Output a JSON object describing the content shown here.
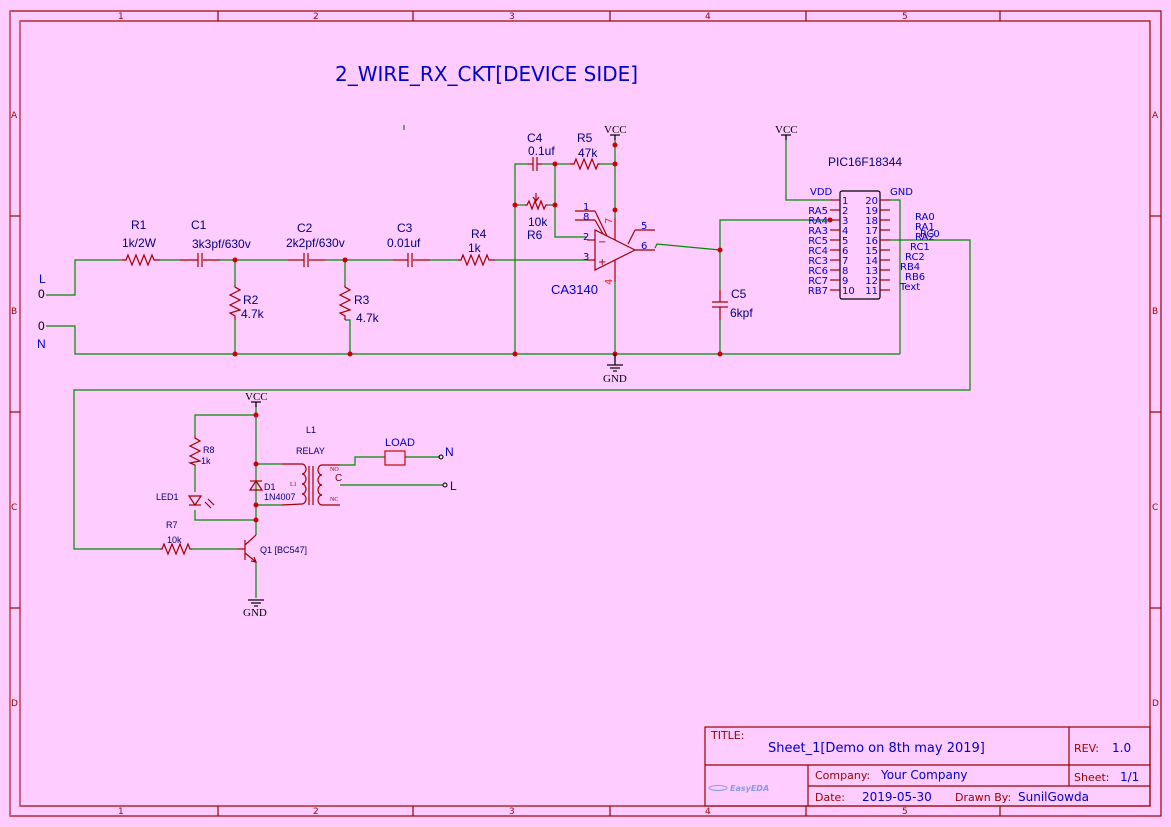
{
  "sheet": {
    "title_text": "2_WIRE_RX_CKT[DEVICE SIDE]",
    "columns": [
      "1",
      "2",
      "3",
      "4",
      "5"
    ],
    "rows": [
      "A",
      "B",
      "C",
      "D"
    ]
  },
  "colors": {
    "background": "#ffccff",
    "frame": "#990000",
    "wire": "#008800",
    "component": "#a00000",
    "label": "#0000cc",
    "junction": "#cc0000"
  },
  "terminals": {
    "L": "L",
    "N": "N",
    "pin_char": "0"
  },
  "components": {
    "R1": {
      "ref": "R1",
      "value": "1k/2W"
    },
    "C1": {
      "ref": "C1",
      "value": "3k3pf/630v"
    },
    "R2": {
      "ref": "R2",
      "value": "4.7k"
    },
    "C2": {
      "ref": "C2",
      "value": "2k2pf/630v"
    },
    "R3": {
      "ref": "R3",
      "value": "4.7k"
    },
    "C3": {
      "ref": "C3",
      "value": "0.01uf"
    },
    "R4": {
      "ref": "R4",
      "value": "1k"
    },
    "C4": {
      "ref": "C4",
      "value": "0.1uf"
    },
    "R5": {
      "ref": "R5",
      "value": "47k"
    },
    "R6": {
      "ref": "R6",
      "value": "10k"
    },
    "U1": {
      "ref": "CA3140",
      "pins": {
        "p1": "1",
        "p8": "8",
        "p2": "2",
        "p3": "3",
        "p7": "7",
        "p4": "4",
        "p5": "5",
        "p6": "6"
      },
      "minus": "−",
      "plus": "+"
    },
    "C5": {
      "ref": "C5",
      "value": "6kpf"
    },
    "U2": {
      "ref": "PIC16F18344",
      "vdd": "VDD",
      "gnd": "GND",
      "left_pins": [
        {
          "num": "1",
          "name": "VDD"
        },
        {
          "num": "2",
          "name": "RA5"
        },
        {
          "num": "3",
          "name": "RA4"
        },
        {
          "num": "4",
          "name": "RA3"
        },
        {
          "num": "5",
          "name": "RC5"
        },
        {
          "num": "6",
          "name": "RC4"
        },
        {
          "num": "7",
          "name": "RC3"
        },
        {
          "num": "8",
          "name": "RC6"
        },
        {
          "num": "9",
          "name": "RC7"
        },
        {
          "num": "10",
          "name": "RB7"
        }
      ],
      "right_pins": [
        {
          "num": "20",
          "name": "GND"
        },
        {
          "num": "19",
          "name": "RA0"
        },
        {
          "num": "18",
          "name": "RA1"
        },
        {
          "num": "17",
          "name": "RA2"
        },
        {
          "num": "16",
          "name": "RC0"
        },
        {
          "num": "15",
          "name": "RC1"
        },
        {
          "num": "14",
          "name": "RC2"
        },
        {
          "num": "13",
          "name": "RB4"
        },
        {
          "num": "12",
          "name": "RB6"
        },
        {
          "num": "11",
          "name": "Text"
        }
      ]
    },
    "R8": {
      "ref": "R8",
      "value": "1k"
    },
    "LED1": {
      "ref": "LED1"
    },
    "D1": {
      "ref": "D1",
      "value": "1N4007"
    },
    "L1": {
      "ref": "L1",
      "value": "RELAY",
      "coil": "L1",
      "no": "NO",
      "nc": "NC",
      "c": "C"
    },
    "LOAD": {
      "ref": "LOAD"
    },
    "R7": {
      "ref": "R7",
      "value": "10k"
    },
    "Q1": {
      "ref": "Q1 [BC547]"
    }
  },
  "power": {
    "vcc": "VCC",
    "gnd": "GND"
  },
  "relay_outputs": {
    "N": "N",
    "L": "L"
  },
  "title_block": {
    "title_key": "TITLE:",
    "title_value": "Sheet_1[Demo on 8th may 2019]",
    "rev_key": "REV:",
    "rev_value": "1.0",
    "company_key": "Company:",
    "company_value": "Your Company",
    "sheet_key": "Sheet:",
    "sheet_value": "1/1",
    "date_key": "Date:",
    "date_value": "2019-05-30",
    "drawn_key": "Drawn By:",
    "drawn_value": "SunilGowda",
    "logo": "EasyEDA"
  }
}
